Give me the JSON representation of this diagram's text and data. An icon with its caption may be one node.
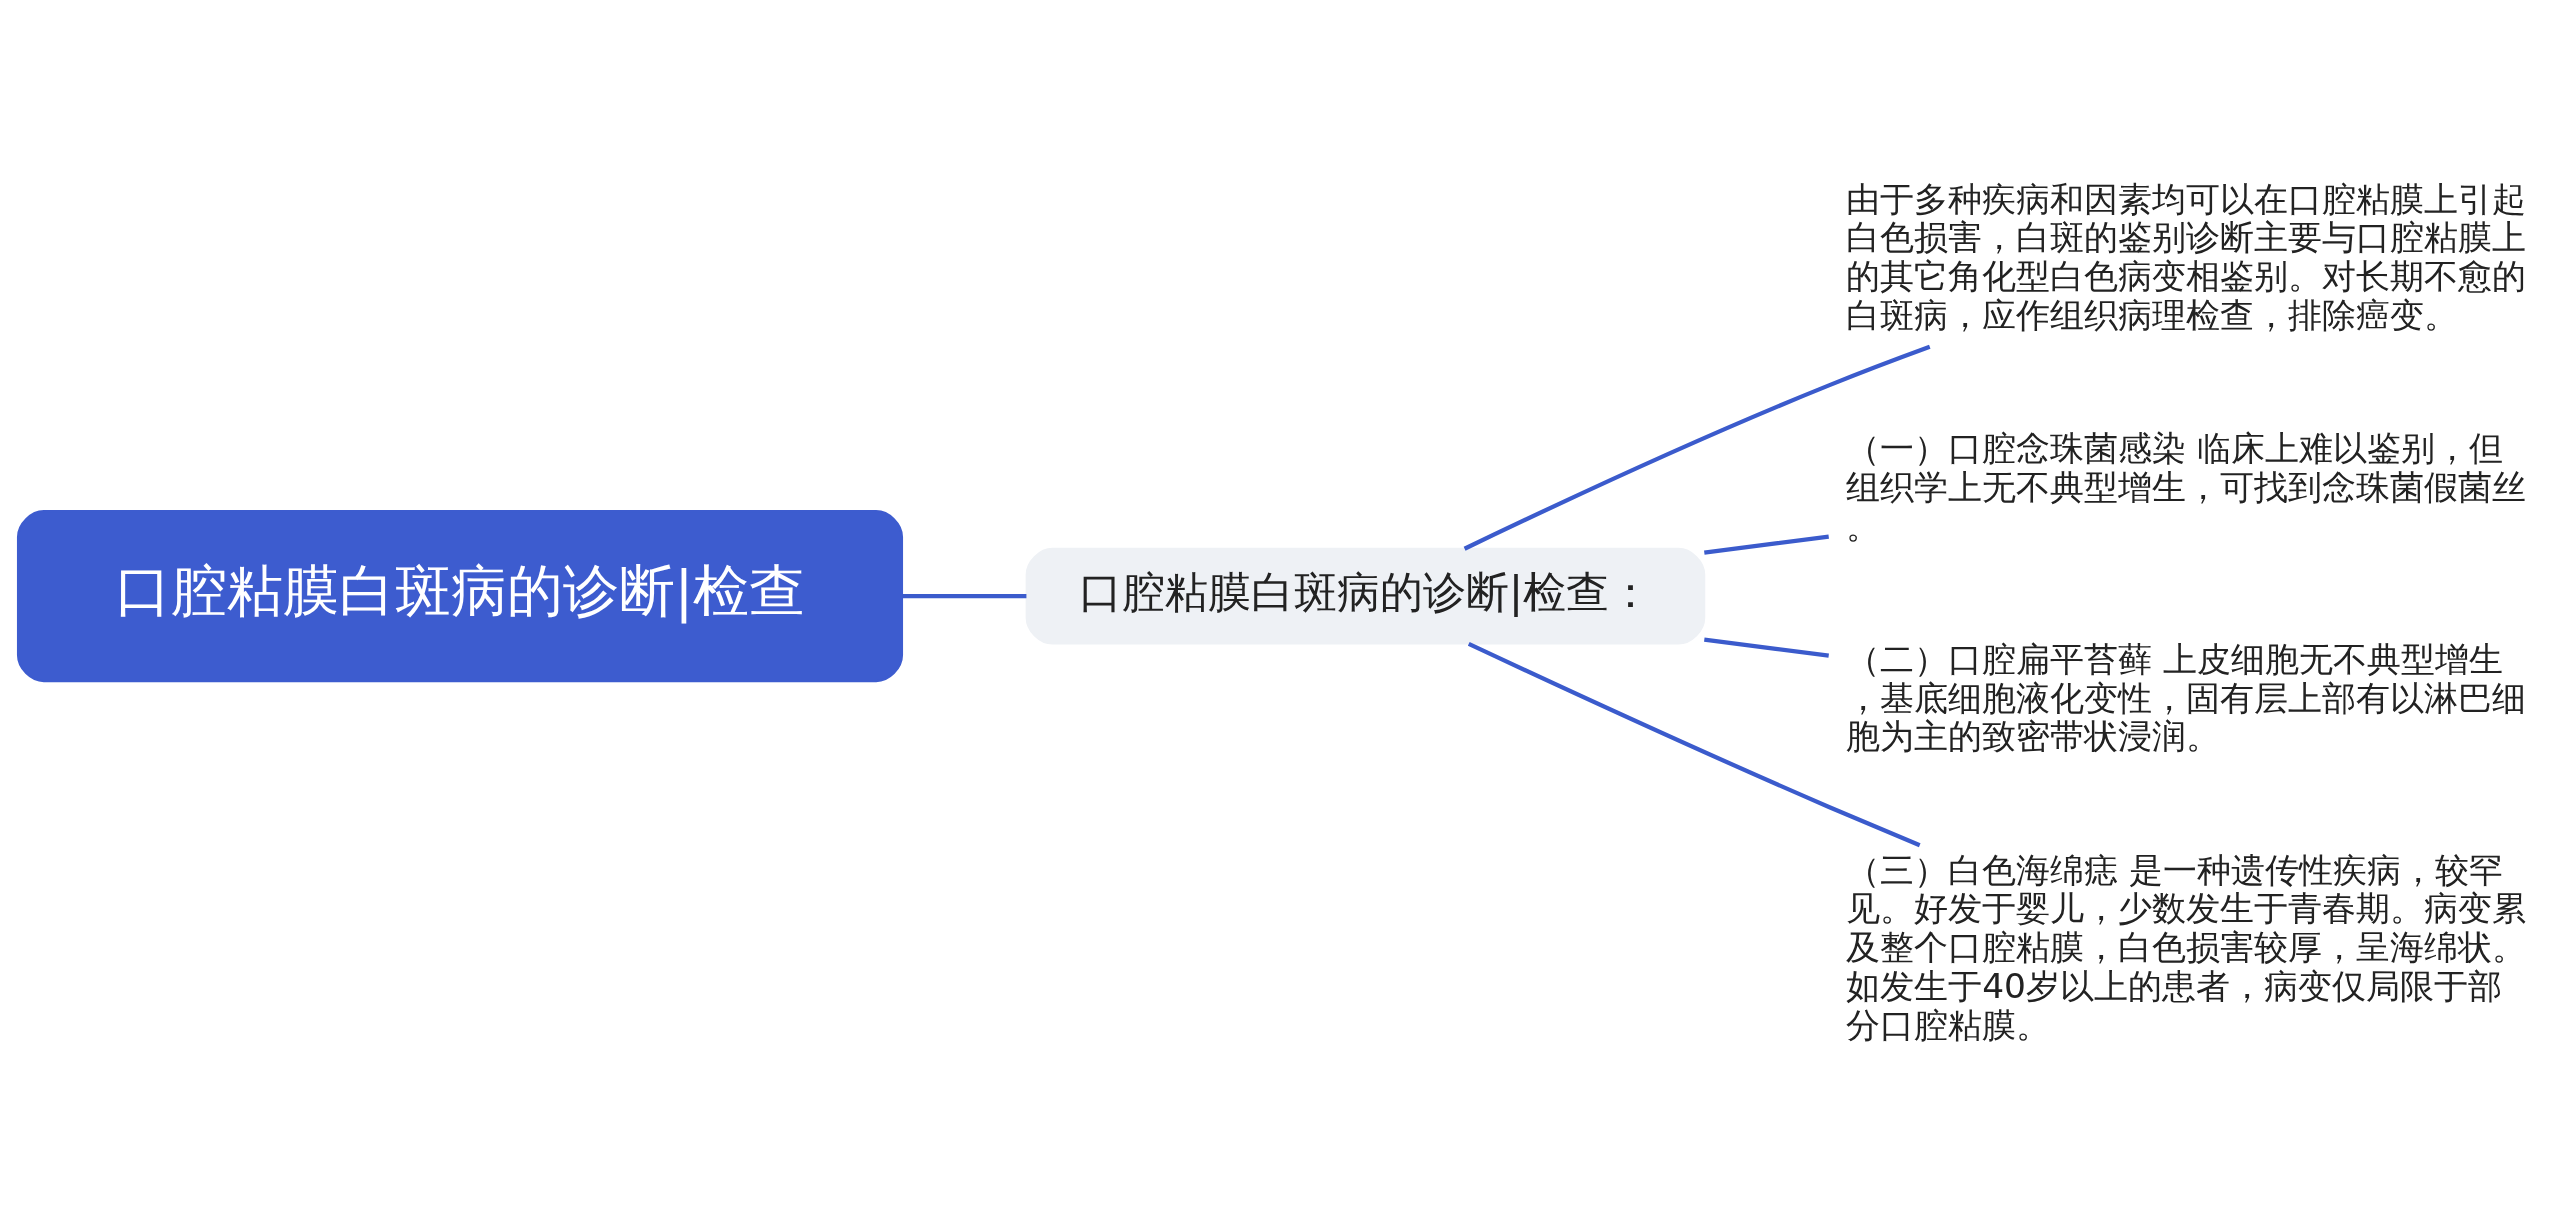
{
  "diagram": {
    "nodes": [
      {
        "text": [
          "口腔粘膜白斑病的诊断|检查"
        ]
      },
      {
        "text": [
          "口腔粘膜白斑病的诊断|检查："
        ]
      },
      {
        "text": [
          "由于多种疾病和因素均可以在口腔粘膜上引起白色损害，白斑的鉴别诊断主要与口腔粘膜上的其它角化型白色病变相鉴别。对长期不愈的白斑病，应作组织病理检查，排除癌变。"
        ]
      },
      {
        "text": [
          "（一）口腔念珠菌感染 临床上难以鉴别，但组织学上无不典型增生，可找到念珠菌假菌丝。"
        ]
      },
      {
        "text": [
          "（二）口腔扁平苔藓 上皮细胞无不典型增生，基底细胞液化变性，固有层上部有以淋巴细胞为主的致密带状浸润。"
        ]
      },
      {
        "text": [
          "（三）白色海绵痣 是一种遗传性疾病，较罕见。好发于婴儿，少数发生于青春期。病变累及整个口腔粘膜，白色损害较厚，呈海绵状。如发生于40岁以上的患者，病变仅局限于部分口腔粘膜。"
        ]
      }
    ],
    "edges": [
      {
        "from": 0,
        "to": 1,
        "arrow": "none"
      },
      {
        "from": 1,
        "to": 2,
        "arrow": "none"
      },
      {
        "from": 1,
        "to": 3,
        "arrow": "none"
      },
      {
        "from": 1,
        "to": 4,
        "arrow": "none"
      },
      {
        "from": 1,
        "to": 5,
        "arrow": "none"
      }
    ]
  }
}
